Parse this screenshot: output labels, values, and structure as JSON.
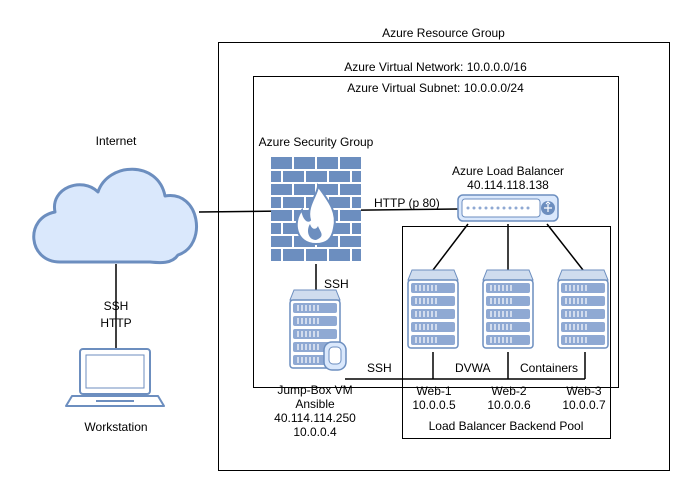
{
  "containers": {
    "resource_group": "Azure Resource Group",
    "virtual_network": "Azure Virtual Network: 10.0.0.0/16",
    "virtual_subnet": "Azure Virtual Subnet: 10.0.0.0/24",
    "backend_pool": "Load Balancer Backend Pool"
  },
  "nodes": {
    "internet": "Internet",
    "workstation": "Workstation",
    "security_group": "Azure Security Group",
    "load_balancer": {
      "name": "Azure Load Balancer",
      "ip": "40.114.118.138"
    },
    "jumpbox": {
      "name": "Jump-Box VM",
      "role": "Ansible",
      "public_ip": "40.114.114.250",
      "private_ip": "10.0.0.4"
    },
    "web1": {
      "name": "Web-1",
      "ip": "10.0.0.5"
    },
    "web2": {
      "name": "Web-2",
      "ip": "10.0.0.6"
    },
    "web3": {
      "name": "Web-3",
      "ip": "10.0.0.7"
    }
  },
  "edges": {
    "workstation_internet": [
      "SSH",
      "HTTP"
    ],
    "firewall_lb": "HTTP (p 80)",
    "firewall_jumpbox": "SSH",
    "jumpbox_webs": "SSH",
    "dvwa": "DVWA",
    "containers": "Containers"
  },
  "colors": {
    "cloud_fill": "#dae8fc",
    "cloud_stroke": "#6c8ebf",
    "server_fill": "#ffffff",
    "server_stroke": "#6c8ebf",
    "firewall_fill": "#6c8ebf"
  }
}
